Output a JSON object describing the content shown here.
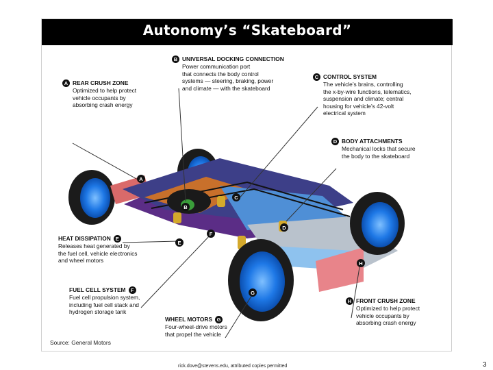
{
  "figure": {
    "title": "Autonomy’s “Skateboard”",
    "source": "Source: General Motors",
    "callouts": {
      "a": {
        "letter": "A",
        "heading": "REAR CRUSH ZONE",
        "body": "Optimized to help protect\nvehicle occupants by\nabsorbing crash energy"
      },
      "b": {
        "letter": "B",
        "heading": "UNIVERSAL DOCKING CONNECTION",
        "body": "Power communication port\nthat connects the body control\nsystems — steering, braking, power\nand climate — with the skateboard"
      },
      "c": {
        "letter": "C",
        "heading": "CONTROL SYSTEM",
        "body": "The vehicle’s brains, controlling\nthe x-by-wire functions, telematics,\nsuspension and climate; central\nhousing for vehicle’s 42-volt\nelectrical system"
      },
      "d": {
        "letter": "D",
        "heading": "BODY ATTACHMENTS",
        "body": "Mechanical locks that secure\nthe body to the skateboard"
      },
      "e": {
        "letter": "E",
        "heading": "HEAT DISSIPATION",
        "body": "Releases heat generated by\nthe fuel cell, vehicle electronics\nand wheel motors"
      },
      "f": {
        "letter": "F",
        "heading": "FUEL CELL SYSTEM",
        "body": "Fuel cell propulsion system,\nincluding fuel cell stack and\nhydrogen storage tank"
      },
      "g": {
        "letter": "G",
        "heading": "WHEEL MOTORS",
        "body": "Four-wheel-drive motors\nthat propel the vehicle"
      },
      "h": {
        "letter": "H",
        "heading": "FRONT CRUSH ZONE",
        "body": "Optimized to help protect\nvehicle occupants by\nabsorbing crash energy"
      }
    }
  },
  "markers": [
    "A",
    "B",
    "C",
    "D",
    "E",
    "F",
    "G",
    "H",
    "H"
  ],
  "footer": {
    "credit": "rick.dove@stevens.edu, attributed copies permitted",
    "page_number": "3"
  }
}
